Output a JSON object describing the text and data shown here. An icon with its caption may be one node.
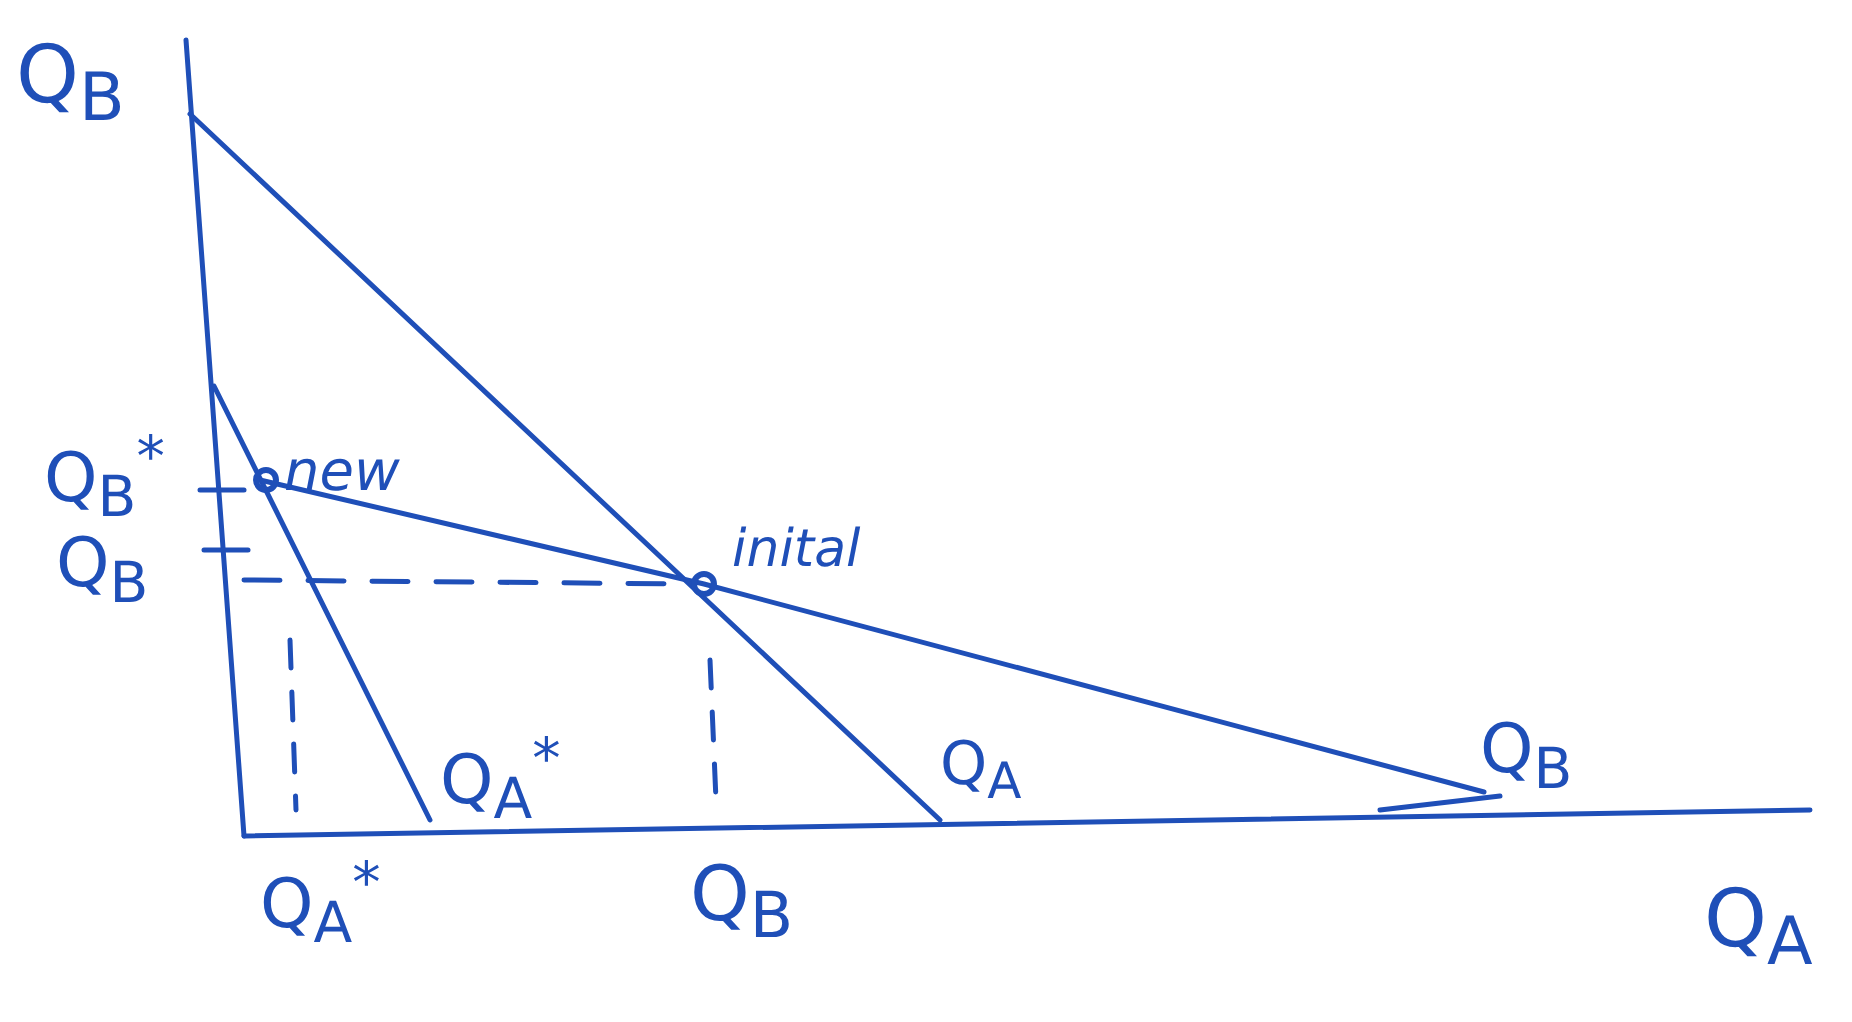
{
  "diagram": {
    "labels": [
      "Q$_{B}$",
      "Q$_{B}$$^{*}$",
      "new",
      "inital",
      "Q$_{B}$",
      "Q$_{A}$$^{*}$",
      "Q$_{A}$",
      "Q$_{B}$",
      "Q$_{A}$$^{*}$",
      "Q$_{B}$",
      "Q$_{A}$"
    ]
  }
}
